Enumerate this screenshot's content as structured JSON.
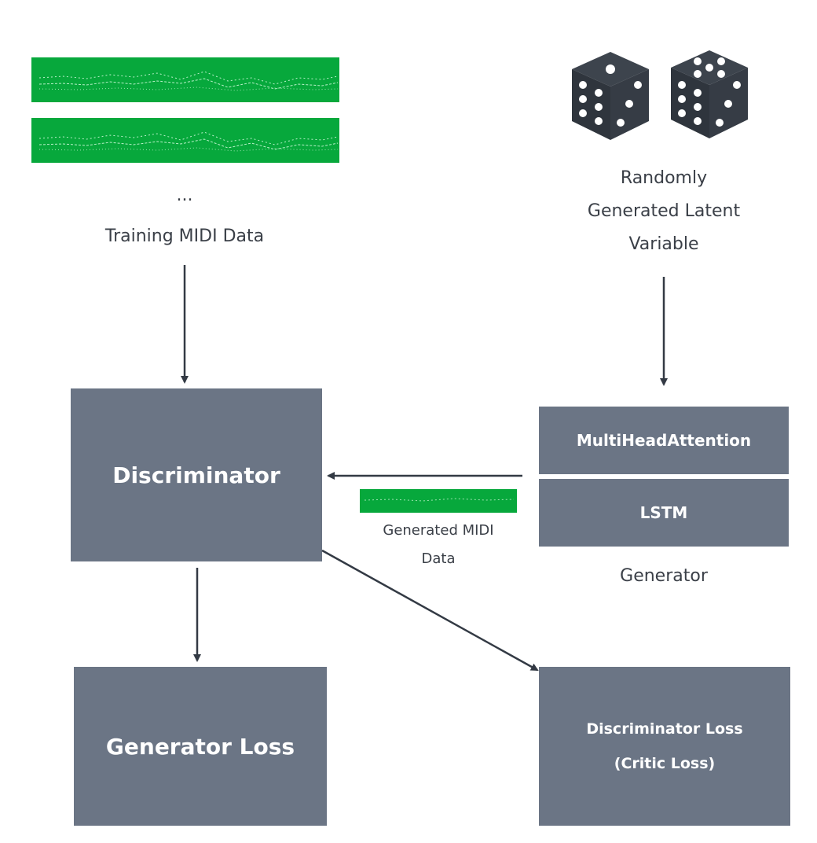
{
  "training": {
    "ellipsis": "...",
    "label": "Training MIDI Data"
  },
  "latent": {
    "label_lines": [
      "Randomly",
      "Generated Latent",
      "Variable"
    ]
  },
  "discriminator": {
    "label": "Discriminator"
  },
  "generator": {
    "layers": [
      "MultiHeadAttention",
      "LSTM"
    ],
    "label": "Generator"
  },
  "generated_midi": {
    "label_lines": [
      "Generated MIDI",
      "Data"
    ]
  },
  "losses": {
    "generator_loss": "Generator Loss",
    "discriminator_loss_lines": [
      "Discriminator Loss",
      "(Critic Loss)"
    ]
  },
  "colors": {
    "box_fill": "#6b7585",
    "midi_green": "#07a83c",
    "arrow": "#333a44",
    "text": "#3a3f47"
  },
  "icons": [
    "dice-icon",
    "dice-icon"
  ]
}
